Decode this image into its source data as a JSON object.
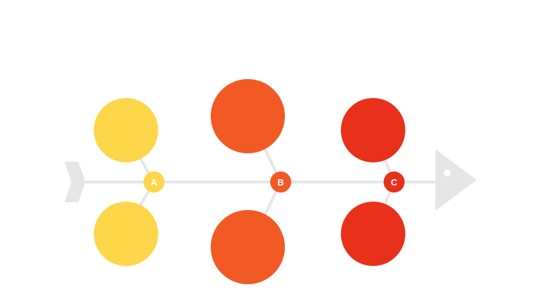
{
  "colors": {
    "spine": "#e6e6e6",
    "background": "#ffffff",
    "label_text": "#ffffff"
  },
  "diagram": {
    "type": "fishbone",
    "groups": [
      {
        "label": "A",
        "color": "#fdd64a",
        "bubbles": 2
      },
      {
        "label": "B",
        "color": "#f15a24",
        "bubbles": 2
      },
      {
        "label": "C",
        "color": "#e8301a",
        "bubbles": 2
      }
    ]
  }
}
